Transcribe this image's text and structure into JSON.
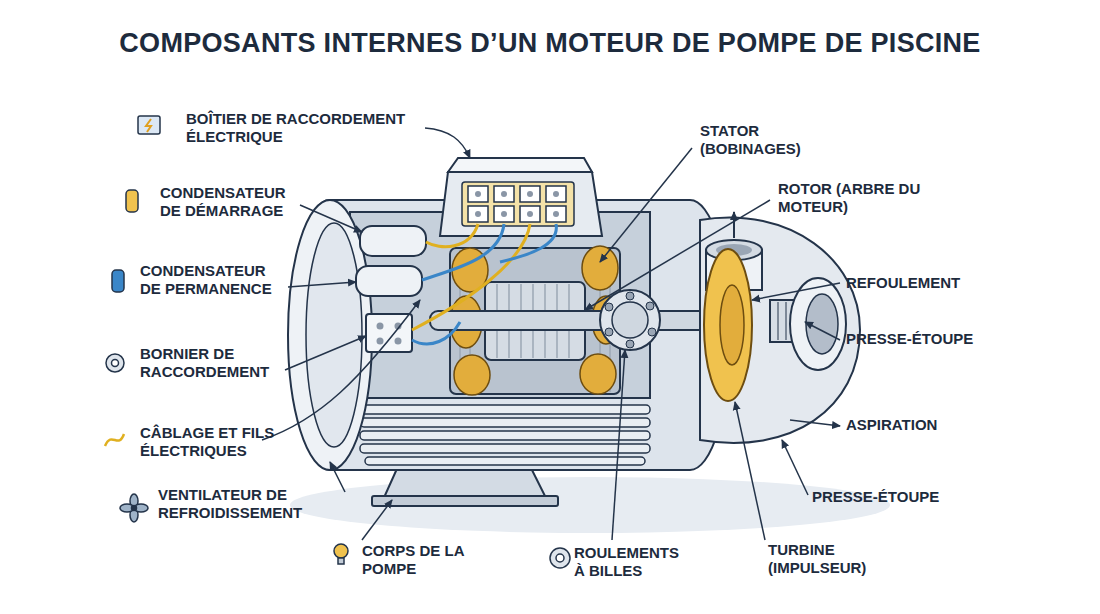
{
  "diagram": {
    "title": "COMPOSANTS INTERNES D’UN MOTEUR DE POMPE DE PISCINE",
    "labels": [
      "BOÎTIER DE RACCORDEMENT ÉLECTRIQUE",
      "CONDENSATEUR DE DÉMARRAGE",
      "CONDENSATEUR DE PERMANENCE",
      "BORNIER DE RACCORDEMENT",
      "CÂBLAGE ET FILS ÉLECTRIQUES",
      "VENTILATEUR DE REFROIDISSEMENT",
      "CORPS DE LA POMPE",
      "ROULEMENTS À BILLES",
      "STATOR (BOBINAGES)",
      "ROTOR (ARBRE DU MOTEUR)",
      "REFOULEMENT",
      "PRESSE-ÉTOUPE",
      "ASPIRATION",
      "PRESSE-ÉTOUPE",
      "TURBINE (IMPULSEUR)"
    ]
  }
}
